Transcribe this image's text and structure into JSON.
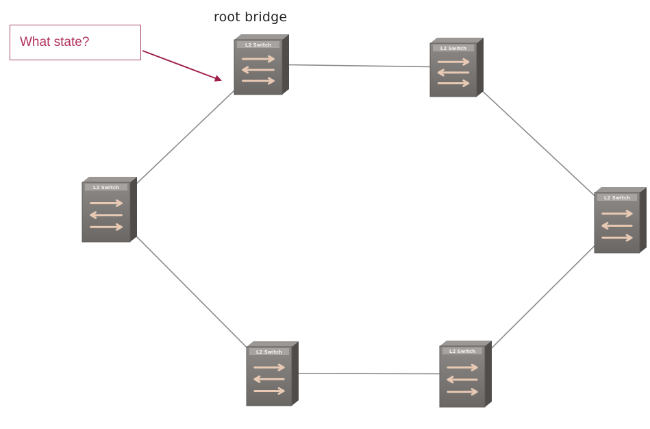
{
  "diagram": {
    "root_label": "root bridge",
    "callout_text": "What state?",
    "switch_label": "L2 Switch",
    "switches": [
      {
        "id": "sw-root",
        "is_root": true
      },
      {
        "id": "sw-top-right",
        "is_root": false
      },
      {
        "id": "sw-left",
        "is_root": false
      },
      {
        "id": "sw-right",
        "is_root": false
      },
      {
        "id": "sw-bottom-left",
        "is_root": false
      },
      {
        "id": "sw-bottom-right",
        "is_root": false
      }
    ],
    "links": [
      [
        "sw-root",
        "sw-top-right"
      ],
      [
        "sw-top-right",
        "sw-right"
      ],
      [
        "sw-right",
        "sw-bottom-right"
      ],
      [
        "sw-bottom-right",
        "sw-bottom-left"
      ],
      [
        "sw-bottom-left",
        "sw-left"
      ],
      [
        "sw-left",
        "sw-root"
      ]
    ],
    "colors": {
      "link": "#8a8a8a",
      "callout_border": "#a34a63",
      "callout_text": "#b0325a",
      "arrow": "#9e1f4a",
      "switch_front": "#7a7774",
      "switch_side": "#4f4c4a",
      "switch_arrows": "#e8c9b4"
    }
  }
}
